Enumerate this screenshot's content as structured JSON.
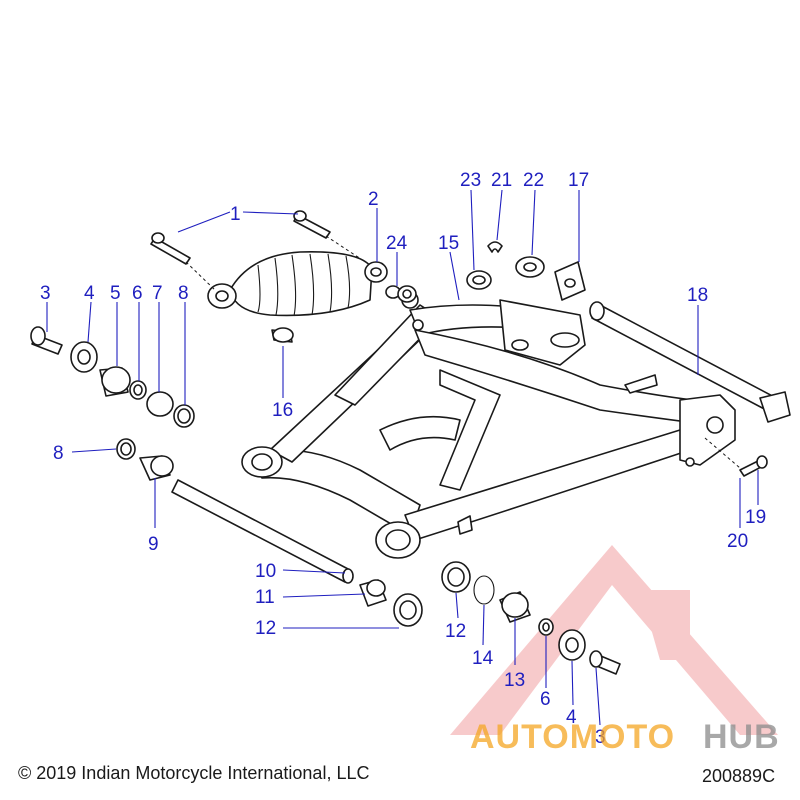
{
  "diagram": {
    "callouts": [
      {
        "id": "c1",
        "label": "1"
      },
      {
        "id": "c2",
        "label": "2"
      },
      {
        "id": "c3a",
        "label": "3"
      },
      {
        "id": "c4a",
        "label": "4"
      },
      {
        "id": "c5",
        "label": "5"
      },
      {
        "id": "c6a",
        "label": "6"
      },
      {
        "id": "c7",
        "label": "7"
      },
      {
        "id": "c8a",
        "label": "8"
      },
      {
        "id": "c24",
        "label": "24"
      },
      {
        "id": "c16",
        "label": "16"
      },
      {
        "id": "c15",
        "label": "15"
      },
      {
        "id": "c23",
        "label": "23"
      },
      {
        "id": "c21",
        "label": "21"
      },
      {
        "id": "c22",
        "label": "22"
      },
      {
        "id": "c17",
        "label": "17"
      },
      {
        "id": "c18",
        "label": "18"
      },
      {
        "id": "c8b",
        "label": "8"
      },
      {
        "id": "c9",
        "label": "9"
      },
      {
        "id": "c10",
        "label": "10"
      },
      {
        "id": "c11",
        "label": "11"
      },
      {
        "id": "c12a",
        "label": "12"
      },
      {
        "id": "c12b",
        "label": "12"
      },
      {
        "id": "c14",
        "label": "14"
      },
      {
        "id": "c13",
        "label": "13"
      },
      {
        "id": "c6b",
        "label": "6"
      },
      {
        "id": "c4b",
        "label": "4"
      },
      {
        "id": "c3b",
        "label": "3"
      },
      {
        "id": "c19",
        "label": "19"
      },
      {
        "id": "c20",
        "label": "20"
      }
    ]
  },
  "footer": {
    "copyright": "© 2019 Indian Motorcycle International, LLC",
    "figure_id": "200889C"
  },
  "watermark": {
    "brand_part1": "AUTOMOTO",
    "brand_part2": "HUB",
    "colors": {
      "accent": "#e8484c",
      "brand_orange": "#f5a623",
      "brand_gray": "#8c8c8c"
    }
  },
  "colors": {
    "callout_blue": "#1f1fbf",
    "line_art": "#1a1a1a"
  }
}
